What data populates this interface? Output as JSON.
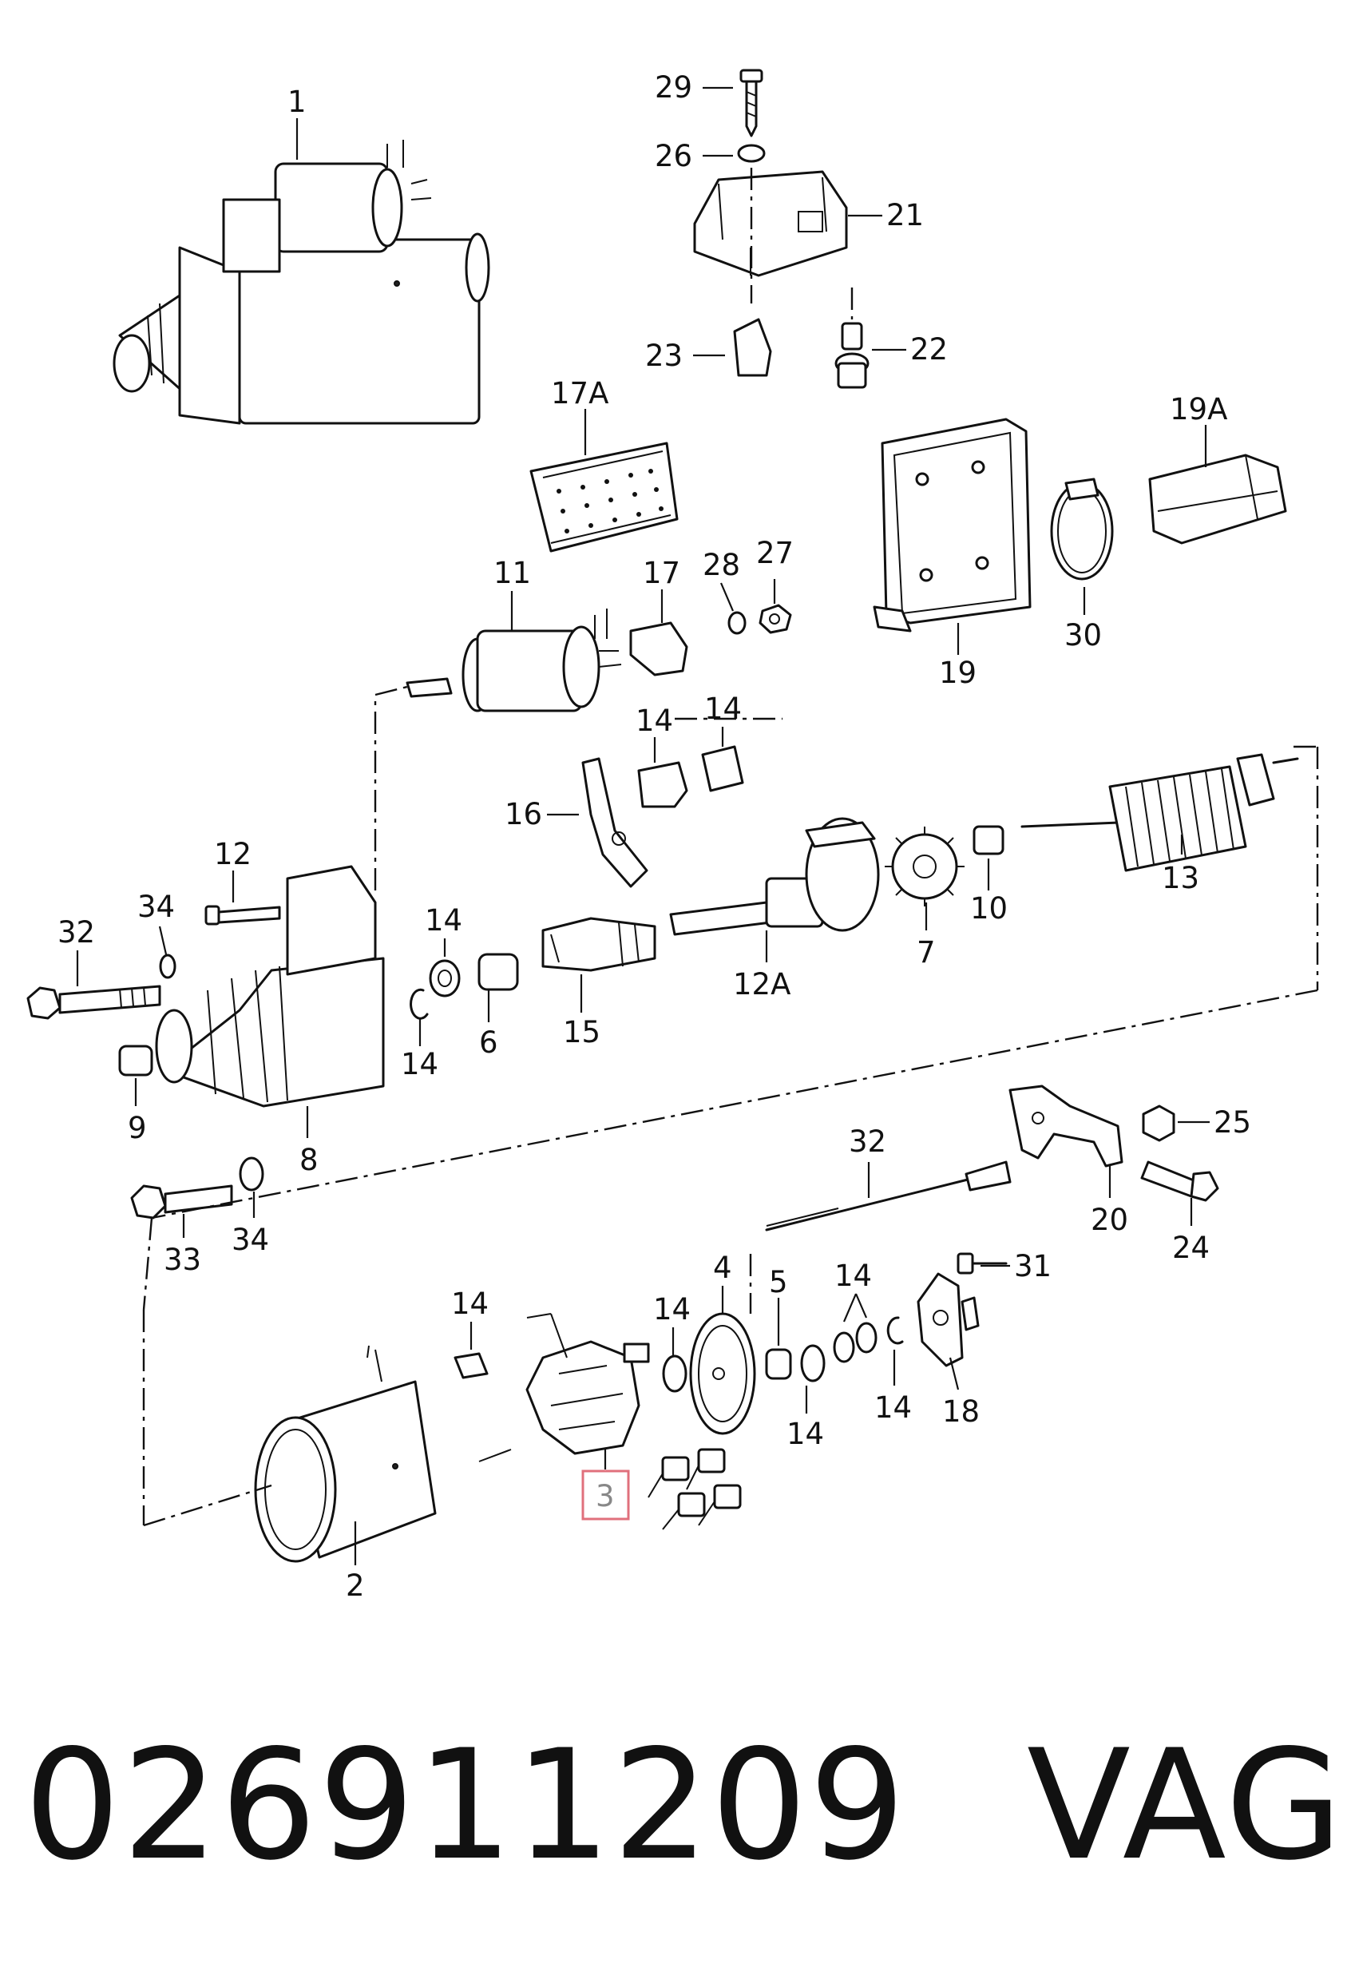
{
  "callouts": [
    {
      "id": "c1",
      "text": "1"
    },
    {
      "id": "c29",
      "text": "29"
    },
    {
      "id": "c26",
      "text": "26"
    },
    {
      "id": "c21",
      "text": "21"
    },
    {
      "id": "c23",
      "text": "23"
    },
    {
      "id": "c22",
      "text": "22"
    },
    {
      "id": "c17A",
      "text": "17A"
    },
    {
      "id": "c19A",
      "text": "19A"
    },
    {
      "id": "c11",
      "text": "11"
    },
    {
      "id": "c17",
      "text": "17"
    },
    {
      "id": "c28",
      "text": "28"
    },
    {
      "id": "c27",
      "text": "27"
    },
    {
      "id": "c19",
      "text": "19"
    },
    {
      "id": "c30",
      "text": "30"
    },
    {
      "id": "c14a",
      "text": "14"
    },
    {
      "id": "c14b",
      "text": "14"
    },
    {
      "id": "c16",
      "text": "16"
    },
    {
      "id": "c12",
      "text": "12"
    },
    {
      "id": "c13",
      "text": "13"
    },
    {
      "id": "c10",
      "text": "10"
    },
    {
      "id": "c7",
      "text": "7"
    },
    {
      "id": "c12A",
      "text": "12A"
    },
    {
      "id": "c32a",
      "text": "32"
    },
    {
      "id": "c34a",
      "text": "34"
    },
    {
      "id": "c14c",
      "text": "14"
    },
    {
      "id": "c14d",
      "text": "14"
    },
    {
      "id": "c6",
      "text": "6"
    },
    {
      "id": "c15",
      "text": "15"
    },
    {
      "id": "c9",
      "text": "9"
    },
    {
      "id": "c8",
      "text": "8"
    },
    {
      "id": "c33",
      "text": "33"
    },
    {
      "id": "c34b",
      "text": "34"
    },
    {
      "id": "c32b",
      "text": "32"
    },
    {
      "id": "c25",
      "text": "25"
    },
    {
      "id": "c20",
      "text": "20"
    },
    {
      "id": "c24",
      "text": "24"
    },
    {
      "id": "c4",
      "text": "4"
    },
    {
      "id": "c14e",
      "text": "14"
    },
    {
      "id": "c5",
      "text": "5"
    },
    {
      "id": "c14f",
      "text": "14"
    },
    {
      "id": "c31",
      "text": "31"
    },
    {
      "id": "c14g",
      "text": "14"
    },
    {
      "id": "c14h",
      "text": "14"
    },
    {
      "id": "c14i",
      "text": "14"
    },
    {
      "id": "c18",
      "text": "18"
    },
    {
      "id": "c3",
      "text": "3"
    },
    {
      "id": "c2",
      "text": "2"
    }
  ],
  "highlighted_part": "3",
  "highlight_color": "#e0707c",
  "footer": {
    "part_number": "026911209",
    "brand": "VAG"
  }
}
